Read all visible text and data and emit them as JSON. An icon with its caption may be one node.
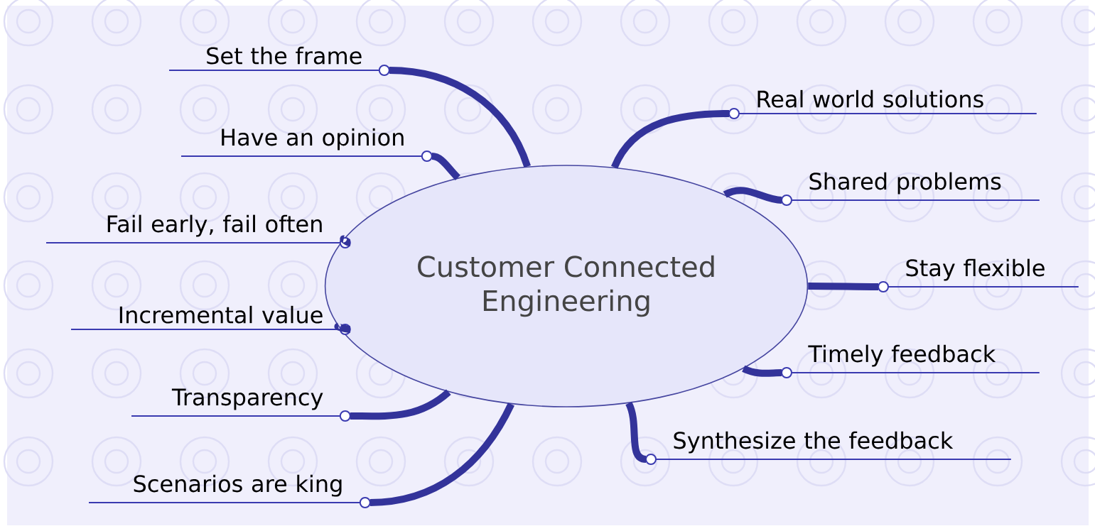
{
  "diagram": {
    "nodes": [
      {
        "text": [
          "Customer Connected Engineering"
        ]
      },
      {
        "text": [
          "Set the frame"
        ]
      },
      {
        "text": [
          "Have an opinion"
        ]
      },
      {
        "text": [
          "Fail early, fail often"
        ]
      },
      {
        "text": [
          "Incremental value"
        ]
      },
      {
        "text": [
          "Transparency"
        ]
      },
      {
        "text": [
          "Scenarios are king"
        ]
      },
      {
        "text": [
          "Real world solutions"
        ]
      },
      {
        "text": [
          "Shared problems"
        ]
      },
      {
        "text": [
          "Stay flexible"
        ]
      },
      {
        "text": [
          "Timely feedback"
        ]
      },
      {
        "text": [
          "Synthesize the feedback"
        ]
      }
    ],
    "edges": [
      {
        "from": 0,
        "to": 1,
        "arrow": "none"
      },
      {
        "from": 0,
        "to": 2,
        "arrow": "none"
      },
      {
        "from": 0,
        "to": 3,
        "arrow": "none"
      },
      {
        "from": 0,
        "to": 4,
        "arrow": "none"
      },
      {
        "from": 0,
        "to": 5,
        "arrow": "none"
      },
      {
        "from": 0,
        "to": 6,
        "arrow": "none"
      },
      {
        "from": 0,
        "to": 7,
        "arrow": "none"
      },
      {
        "from": 0,
        "to": 8,
        "arrow": "none"
      },
      {
        "from": 0,
        "to": 9,
        "arrow": "none"
      },
      {
        "from": 0,
        "to": 10,
        "arrow": "none"
      },
      {
        "from": 0,
        "to": 11,
        "arrow": "none"
      }
    ]
  }
}
